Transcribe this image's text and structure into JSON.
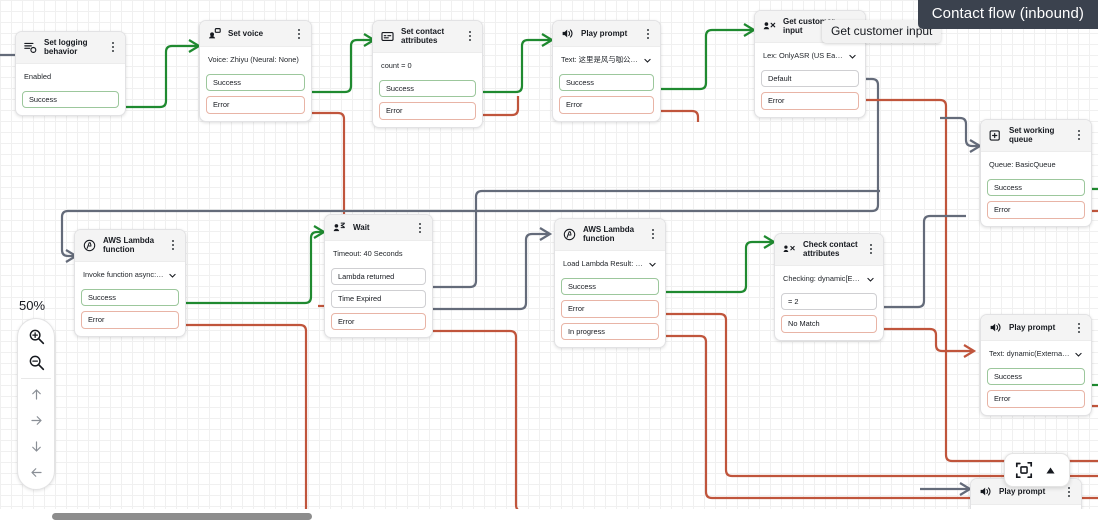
{
  "app": {
    "title_banner": "Contact flow (inbound)",
    "tooltip": "Get customer input",
    "zoom_level": "50%",
    "accent_colors": {
      "success": "#1f8a30",
      "error": "#c0553c",
      "neutral": "#646b7a",
      "banner_bg": "#3b424e",
      "node_header_bg": "#f4f4f4"
    }
  },
  "zoom_controls": {
    "zoom_in": "zoom-in-icon",
    "zoom_out": "zoom-out-icon",
    "pan_up": "arrow-up-icon",
    "pan_right": "arrow-right-icon",
    "pan_down": "arrow-down-icon",
    "pan_left": "arrow-left-icon"
  },
  "fit_panel": {
    "fit_to_screen": "fit-to-screen-icon",
    "collapse": "triangle-up-icon"
  },
  "nodes": [
    {
      "id": "set-logging-behavior",
      "title": "Set logging behavior",
      "icon": "logging-icon",
      "subtitle": "Enabled",
      "has_chevron": false,
      "ports": [
        {
          "label": "Success",
          "kind": "ok"
        }
      ]
    },
    {
      "id": "set-voice",
      "title": "Set voice",
      "icon": "voice-icon",
      "subtitle": "Voice: Zhiyu (Neural: None)",
      "has_chevron": false,
      "ports": [
        {
          "label": "Success",
          "kind": "ok"
        },
        {
          "label": "Error",
          "kind": "err"
        }
      ]
    },
    {
      "id": "set-contact-attributes",
      "title": "Set contact attributes",
      "icon": "attributes-icon",
      "subtitle": "count = 0",
      "has_chevron": false,
      "ports": [
        {
          "label": "Success",
          "kind": "ok"
        },
        {
          "label": "Error",
          "kind": "err"
        }
      ]
    },
    {
      "id": "play-prompt-1",
      "title": "Play prompt",
      "icon": "speaker-icon",
      "subtitle": "Text: 这里是风与咖公司售...",
      "has_chevron": true,
      "ports": [
        {
          "label": "Success",
          "kind": "ok"
        },
        {
          "label": "Error",
          "kind": "err"
        }
      ]
    },
    {
      "id": "get-customer-input",
      "title": "Get customer input",
      "icon": "customer-input-icon",
      "subtitle": "Lex: OnlyASR (US East: N...",
      "has_chevron": true,
      "ports": [
        {
          "label": "Default",
          "kind": "neutral"
        },
        {
          "label": "Error",
          "kind": "err"
        }
      ]
    },
    {
      "id": "set-working-queue",
      "title": "Set working queue",
      "icon": "queue-icon",
      "subtitle": "Queue: BasicQueue",
      "has_chevron": false,
      "ports": [
        {
          "label": "Success",
          "kind": "ok"
        },
        {
          "label": "Error",
          "kind": "err"
        }
      ]
    },
    {
      "id": "aws-lambda-function-1",
      "title": "AWS Lambda function",
      "icon": "lambda-icon",
      "subtitle": "Invoke function async: G...",
      "has_chevron": true,
      "ports": [
        {
          "label": "Success",
          "kind": "ok"
        },
        {
          "label": "Error",
          "kind": "err"
        }
      ]
    },
    {
      "id": "wait",
      "title": "Wait",
      "icon": "wait-icon",
      "subtitle": "Timeout: 40 Seconds",
      "has_chevron": false,
      "ports": [
        {
          "label": "Lambda returned",
          "kind": "neutral"
        },
        {
          "label": "Time Expired",
          "kind": "neutral"
        },
        {
          "label": "Error",
          "kind": "err"
        }
      ]
    },
    {
      "id": "aws-lambda-function-2",
      "title": "AWS Lambda function",
      "icon": "lambda-icon",
      "subtitle": "Load Lambda Result: dyn...",
      "has_chevron": true,
      "ports": [
        {
          "label": "Success",
          "kind": "ok"
        },
        {
          "label": "Error",
          "kind": "err"
        },
        {
          "label": "In progress",
          "kind": "err"
        }
      ]
    },
    {
      "id": "check-contact-attributes",
      "title": "Check contact attributes",
      "icon": "check-attributes-icon",
      "subtitle": "Checking: dynamic[Extern...",
      "has_chevron": true,
      "ports": [
        {
          "label": "= 2",
          "kind": "neutral"
        },
        {
          "label": "No Match",
          "kind": "err"
        }
      ]
    },
    {
      "id": "play-prompt-2",
      "title": "Play prompt",
      "icon": "speaker-icon",
      "subtitle": "Text: dynamic(External > ...",
      "has_chevron": true,
      "ports": [
        {
          "label": "Success",
          "kind": "ok"
        },
        {
          "label": "Error",
          "kind": "err"
        }
      ]
    },
    {
      "id": "play-prompt-3",
      "title": "Play prompt",
      "icon": "speaker-icon",
      "subtitle": "",
      "has_chevron": false,
      "ports": []
    }
  ]
}
